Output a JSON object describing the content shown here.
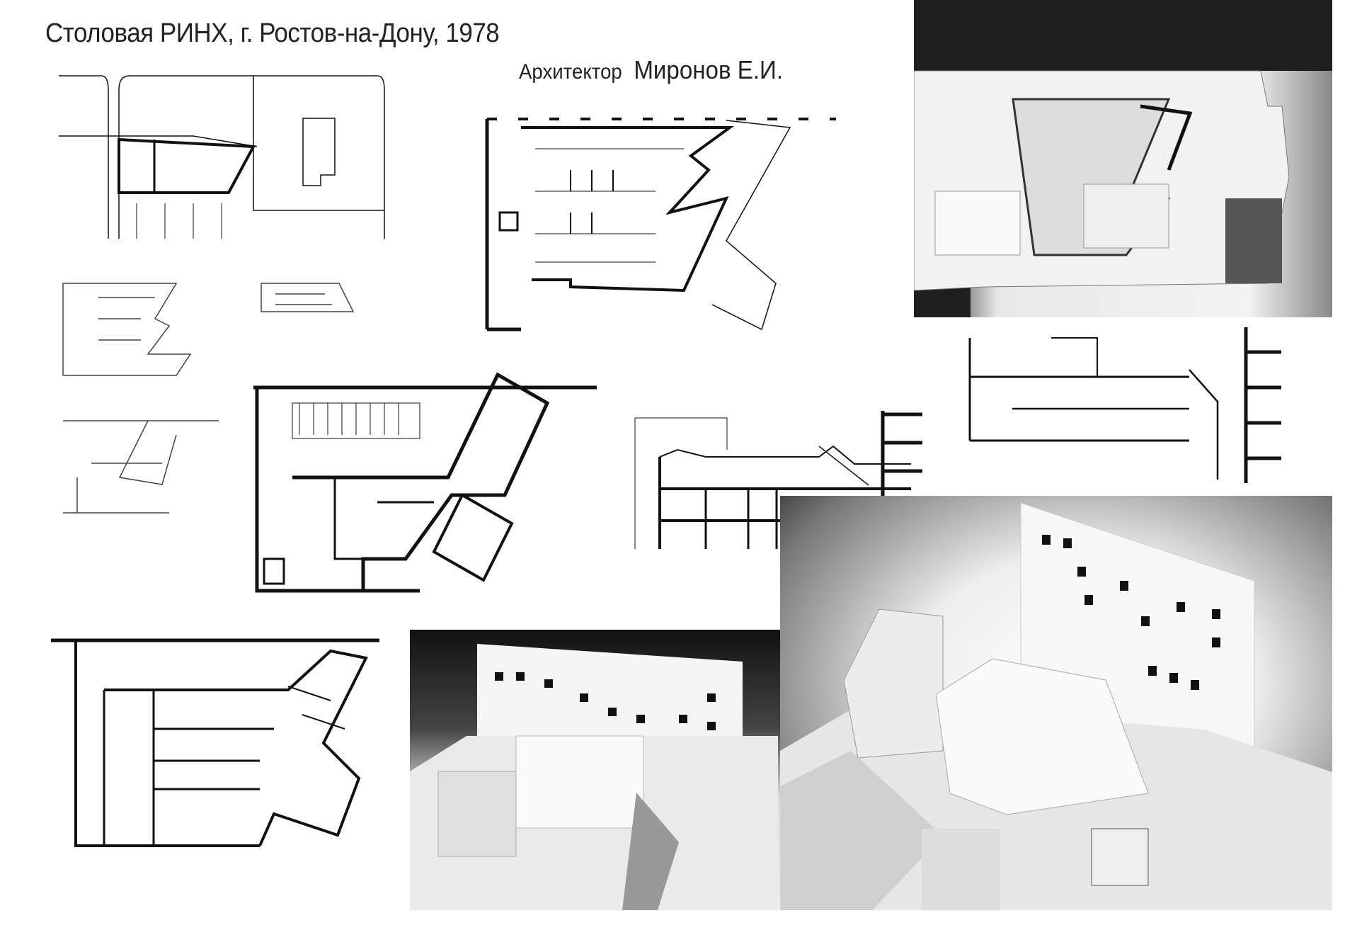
{
  "header": {
    "title": "Столовая РИНХ, г. Ростов-на-Дону, 1978",
    "architect_label": "Архитектор",
    "architect_name": "Миронов Е.И."
  },
  "colors": {
    "ink": "#111111",
    "paper": "#ffffff",
    "photo_dark": "#1a1a1a",
    "model_white": "#f2f2f2"
  }
}
